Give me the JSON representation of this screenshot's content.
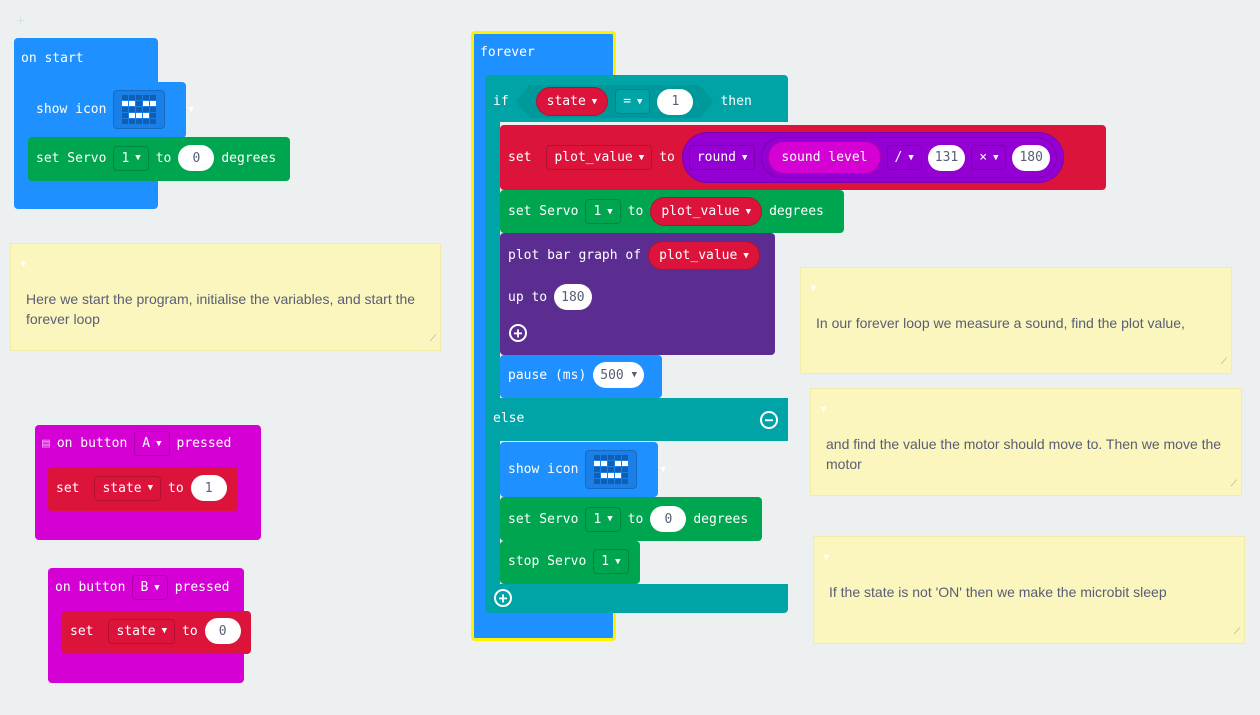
{
  "icon_pattern": [
    ".....",
    "##.##",
    ".....",
    ".###.",
    "....."
  ],
  "on_start": {
    "label": "on start",
    "show_icon": "show icon",
    "set_servo": "set Servo",
    "servo": "1",
    "to": "to",
    "value": "0",
    "degrees": "degrees"
  },
  "comments": [
    "Here we start the program, initialise the variables, and start the forever loop",
    "In our forever loop we measure a sound, find the plot value,",
    "and find the value the motor should move to. Then we move the motor",
    "If the state is not 'ON' then we make the microbit sleep"
  ],
  "button_a": {
    "on": "on button",
    "button": "A",
    "pressed": "pressed",
    "set": "set",
    "var": "state",
    "to": "to",
    "value": "1"
  },
  "button_b": {
    "on": "on button",
    "button": "B",
    "pressed": "pressed",
    "set": "set",
    "var": "state",
    "to": "to",
    "value": "0"
  },
  "forever": {
    "label": "forever",
    "if": "if",
    "cond_var": "state",
    "op": "=",
    "cond_value": "1",
    "then": "then",
    "set": "set",
    "plot_var": "plot_value",
    "to": "to",
    "round": "round",
    "sound": "sound level",
    "div": "/",
    "divisor": "131",
    "mul": "×",
    "multiplier": "180",
    "set_servo": "set Servo",
    "servo": "1",
    "servo_var": "plot_value",
    "degrees": "degrees",
    "plot_bar": "plot bar graph of",
    "plot_bar_var": "plot_value",
    "up_to": "up to",
    "up_to_value": "180",
    "pause": "pause (ms)",
    "pause_value": "500",
    "else": "else",
    "show_icon": "show icon",
    "set_servo2": "set Servo",
    "servo2": "1",
    "to2": "to",
    "value2": "0",
    "degrees2": "degrees",
    "stop_servo": "stop Servo",
    "stop_servo_num": "1"
  }
}
